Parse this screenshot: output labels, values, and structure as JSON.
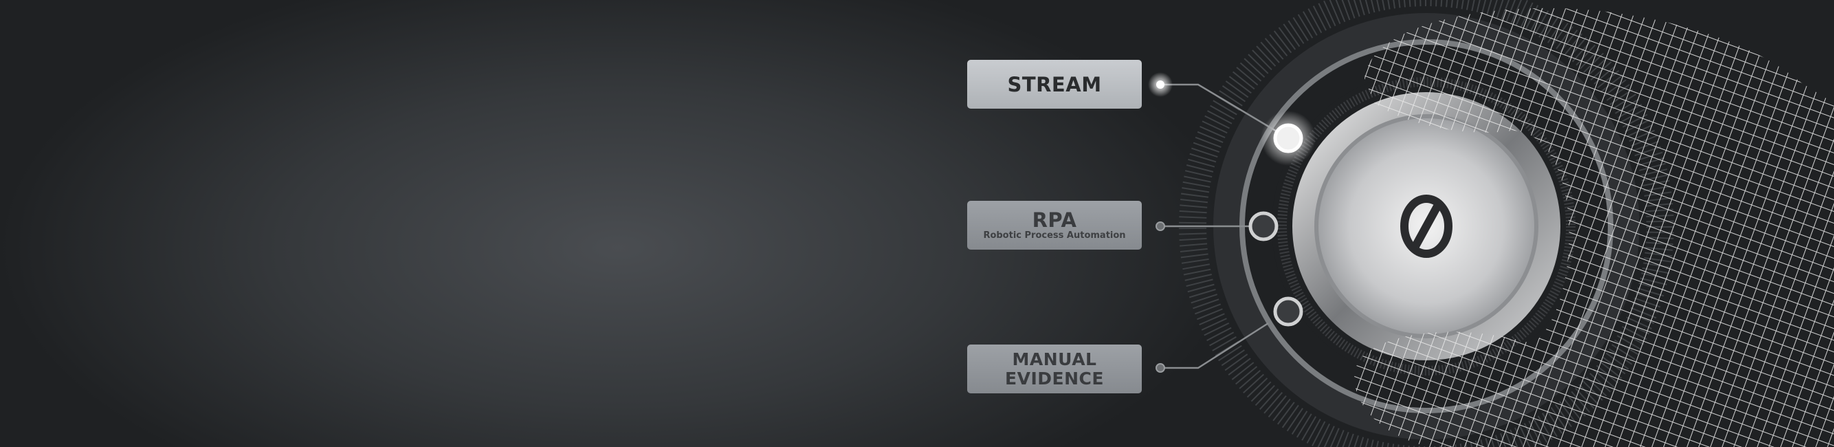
{
  "options": {
    "stream": {
      "label": "STREAM"
    },
    "rpa": {
      "label": "RPA",
      "sublabel": "Robotic Process Automation"
    },
    "manual": {
      "label_line1": "MANUAL",
      "label_line2": "EVIDENCE"
    }
  },
  "selected": "stream",
  "colors": {
    "background": "#35383b",
    "label_active": "#c9ccd0",
    "label_inactive": "#9da1a6"
  }
}
